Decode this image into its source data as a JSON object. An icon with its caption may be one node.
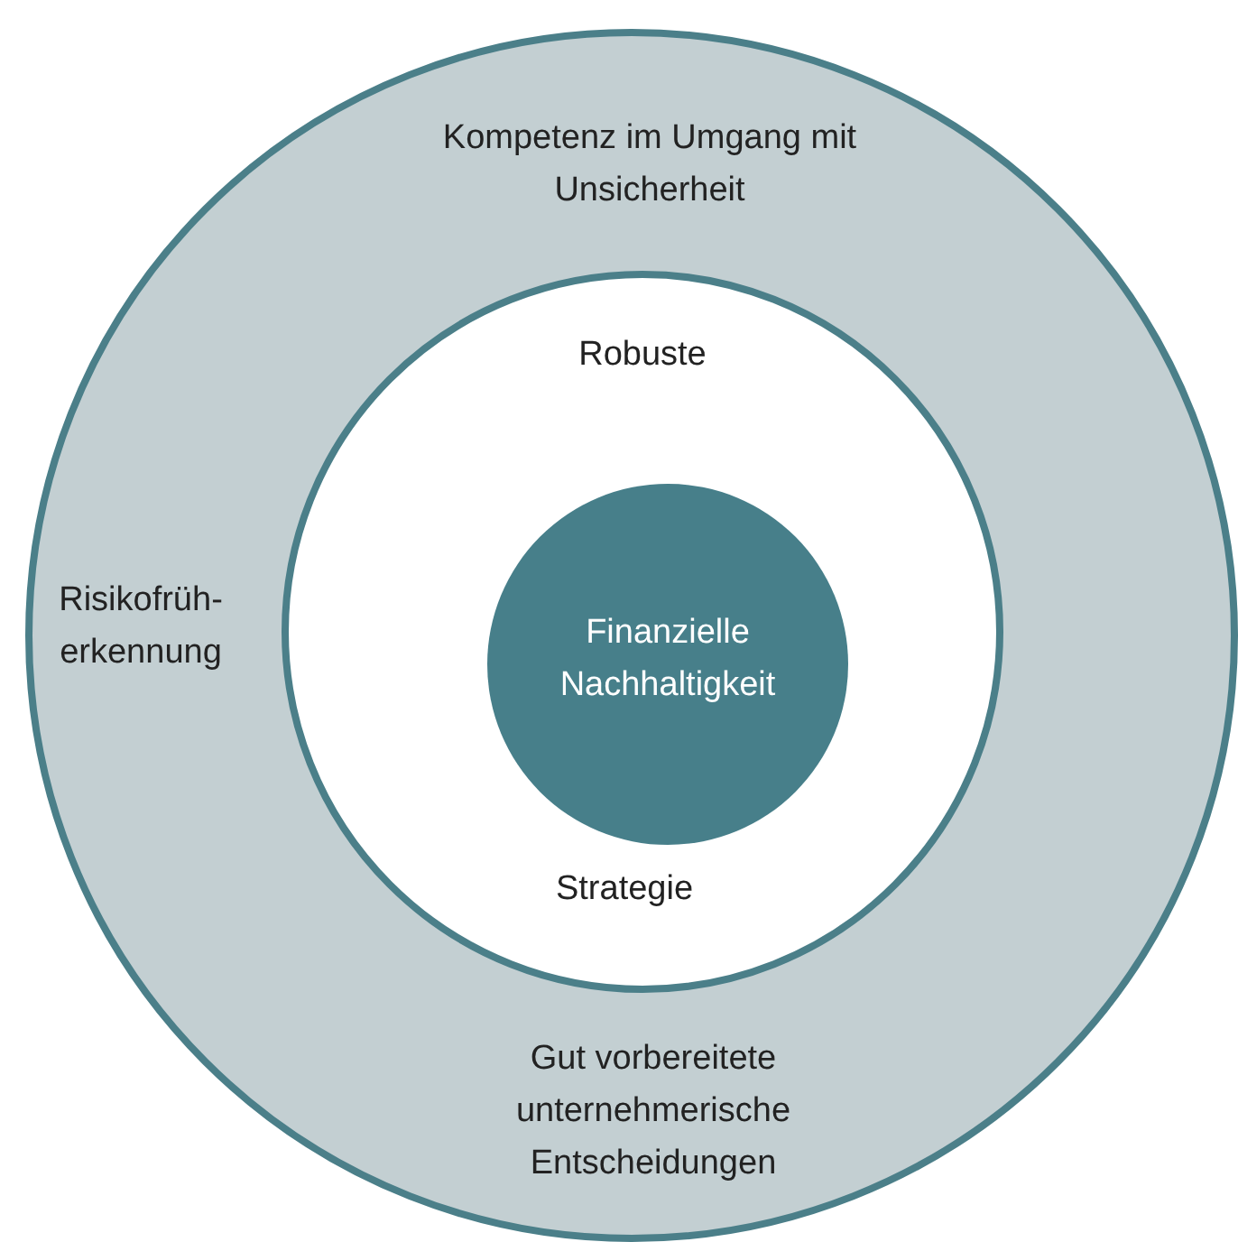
{
  "diagram": {
    "nodes": [
      {
        "text": [
          "Kompetenz im Umgang mit Unsicherheit",
          "Risikofrüh-erkennung",
          "Gut vorbereitete unternehmerische Entscheidungen"
        ]
      },
      {
        "text": [
          "Robuste",
          "Strategie"
        ],
        "in": 0
      },
      {
        "text": [
          "Finanzielle Nachhaltigkeit"
        ],
        "in": 1
      }
    ]
  }
}
